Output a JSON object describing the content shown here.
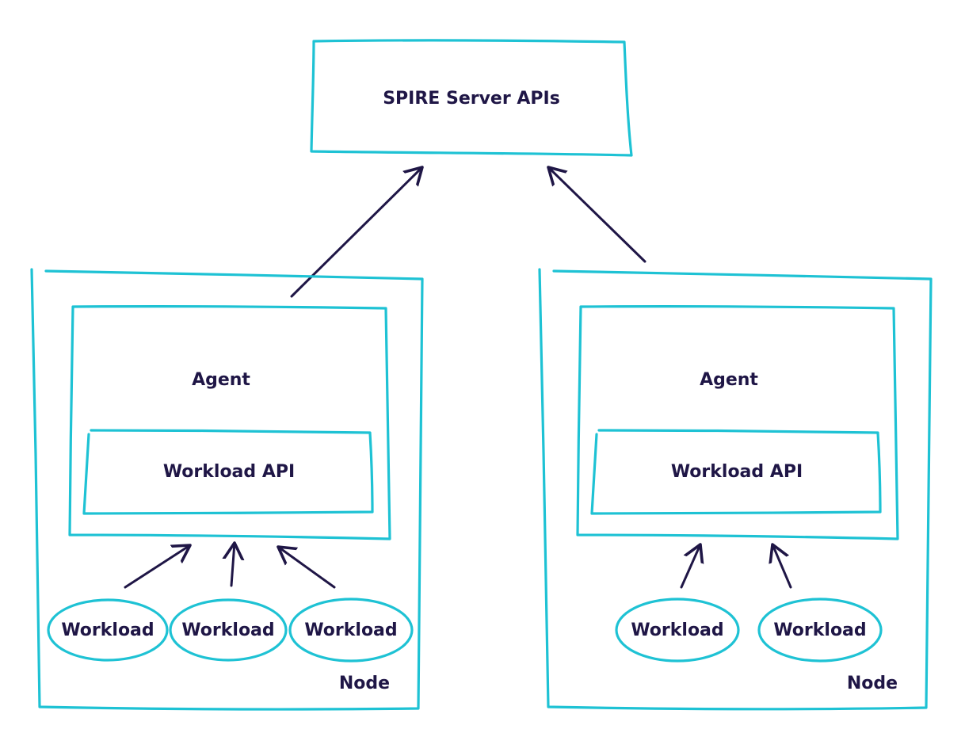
{
  "colors": {
    "outline": "#1ec2d4",
    "ink": "#1f1646",
    "background": "#ffffff"
  },
  "server": {
    "label": "SPIRE Server APIs"
  },
  "nodes": [
    {
      "node_label": "Node",
      "agent_label": "Agent",
      "api_label": "Workload API",
      "workloads": [
        "Workload",
        "Workload",
        "Workload"
      ]
    },
    {
      "node_label": "Node",
      "agent_label": "Agent",
      "api_label": "Workload API",
      "workloads": [
        "Workload",
        "Workload"
      ]
    }
  ]
}
